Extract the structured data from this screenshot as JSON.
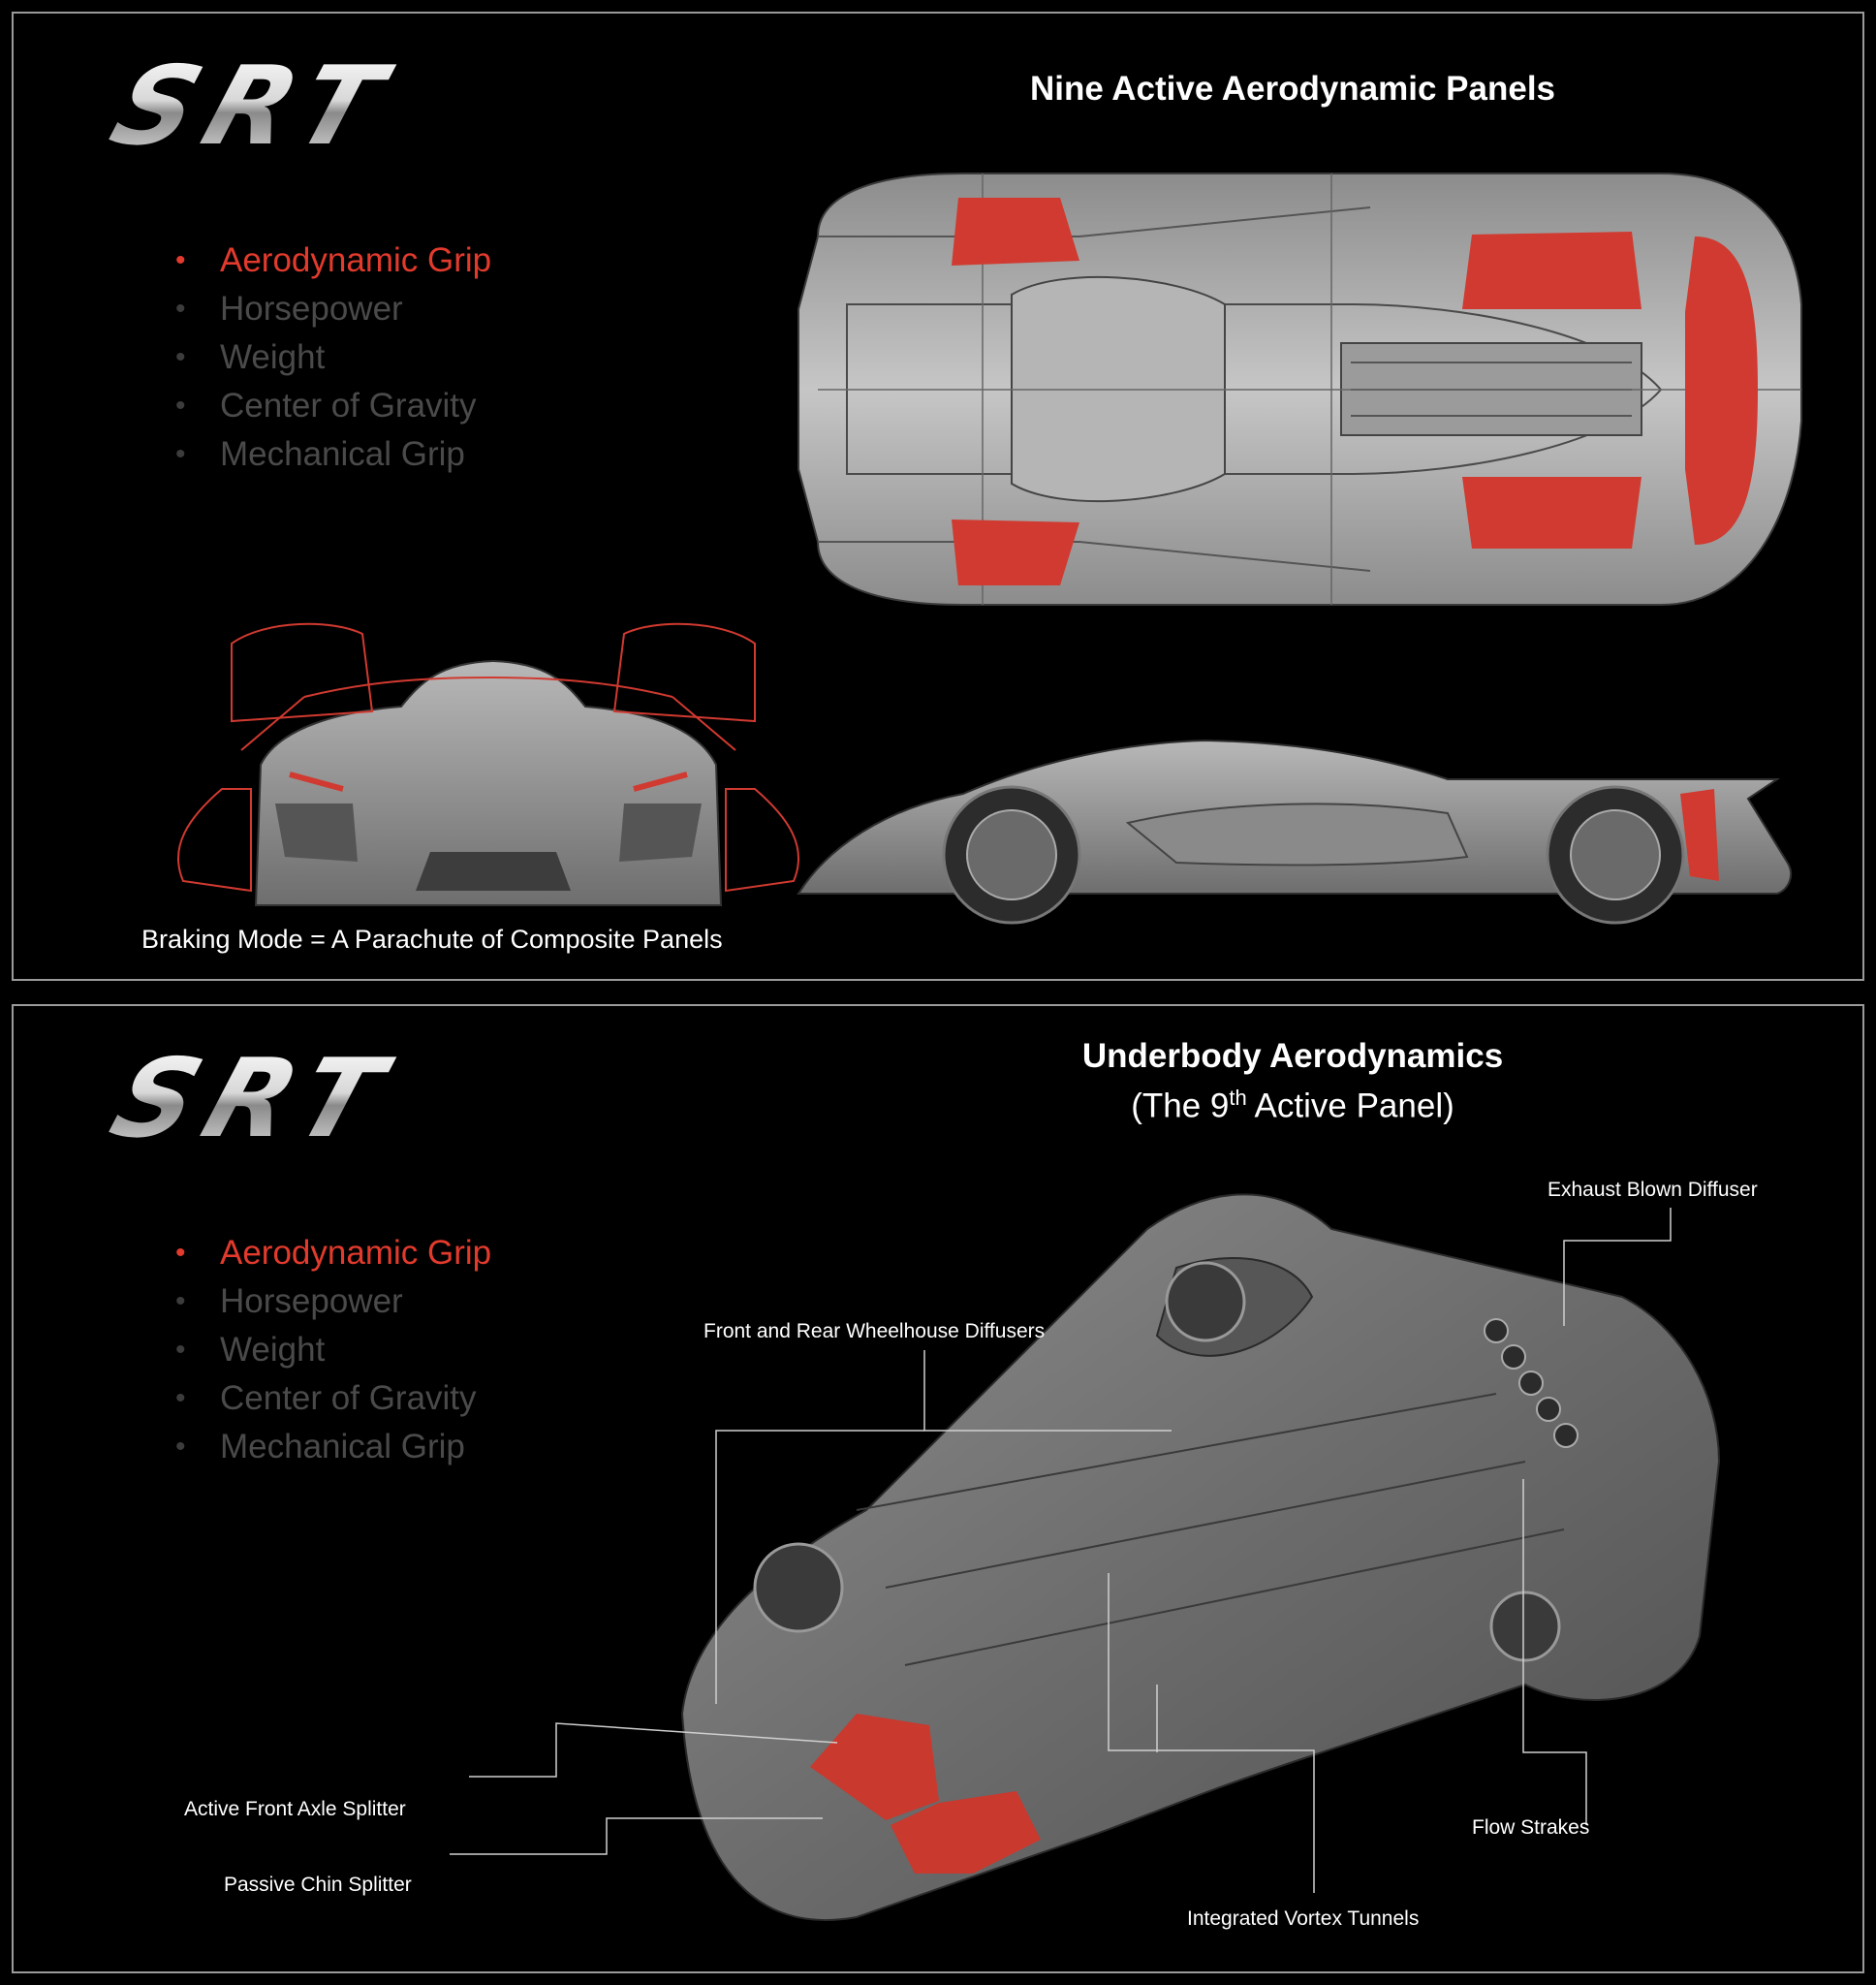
{
  "slides": [
    {
      "logo": "SRT",
      "title": "Nine Active Aerodynamic Panels",
      "bullets": [
        {
          "label": "Aerodynamic Grip",
          "active": true
        },
        {
          "label": "Horsepower",
          "active": false
        },
        {
          "label": "Weight",
          "active": false
        },
        {
          "label": "Center of Gravity",
          "active": false
        },
        {
          "label": "Mechanical Grip",
          "active": false
        }
      ],
      "caption": "Braking Mode = A Parachute of Composite Panels"
    },
    {
      "logo": "SRT",
      "title": "Underbody Aerodynamics",
      "subtitle_pre": "(The 9",
      "subtitle_sup": "th",
      "subtitle_post": " Active Panel)",
      "bullets": [
        {
          "label": "Aerodynamic Grip",
          "active": true
        },
        {
          "label": "Horsepower",
          "active": false
        },
        {
          "label": "Weight",
          "active": false
        },
        {
          "label": "Center of Gravity",
          "active": false
        },
        {
          "label": "Mechanical Grip",
          "active": false
        }
      ],
      "callouts": {
        "exhaust": "Exhaust Blown Diffuser",
        "wheelhouse": "Front and Rear Wheelhouse Diffusers",
        "front_axle": "Active Front Axle Splitter",
        "chin": "Passive Chin Splitter",
        "flow_strakes": "Flow Strakes",
        "vortex": "Integrated Vortex Tunnels"
      }
    }
  ],
  "colors": {
    "accent_red": "#e23a2c",
    "panel_red": "#d03a30",
    "body_gray": "#9e9e9e",
    "inactive_gray": "#4a4a4a"
  }
}
